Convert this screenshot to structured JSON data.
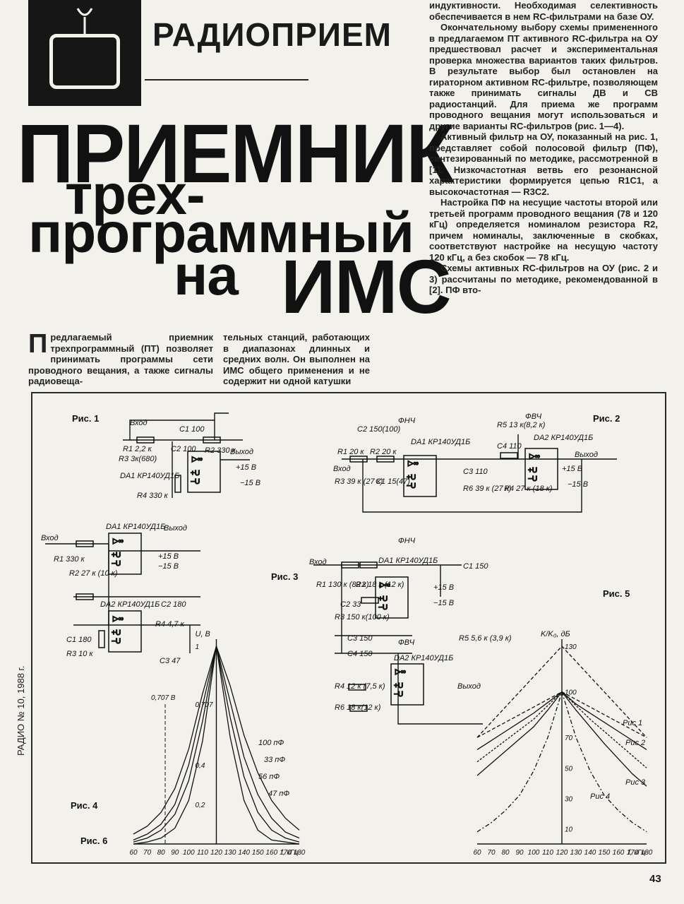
{
  "header": {
    "section": "РАДИОПРИЕМ"
  },
  "headline": {
    "l1": "ПРИЕМНИК",
    "l2": "трех-",
    "l3": "программный",
    "l4": "на",
    "l5": "ИМС"
  },
  "lead": {
    "drop": "П",
    "text": "редлагаемый приемник трехпрограммный (ПТ) позволяет принимать программы сети проводного вещания, а также сигналы радиовеща-"
  },
  "mid": {
    "text": "тельных станций, работающих в диапазонах длинных и средних волн. Он выполнен на ИМС общего применения и не содержит ни одной катушки"
  },
  "right": {
    "p1": "индуктивности. Необходимая селективность обеспечивается в нем RC-фильтрами на базе ОУ.",
    "p2": "Окончательному выбору схемы примененного в предлагаемом ПТ активного RC-фильтра на ОУ предшествовал расчет и экспериментальная проверка множества вариантов таких фильтров. В результате выбор был остановлен на гираторном активном RC-фильтре, позволяющем также принимать сигналы ДВ и СВ радиостанций. Для приема же программ проводного вещания могут использоваться и другие варианты RC-фильтров (рис. 1—4).",
    "p3": "Активный фильтр на ОУ, показанный на рис. 1, представляет собой полосовой фильтр (ПФ), синтезированный по методике, рассмотренной в [1]. Низкочастотная ветвь его резонансной характеристики формируется цепью R1C1, а высокочастотная — R3C2.",
    "p4": "Настройка ПФ на несущие частоты второй или третьей программ проводного вещания (78 и 120 кГц) определяется номиналом резистора R2, причем номиналы, заключенные в скобках, соответствуют настройке на несущую частоту 120 кГц, а без скобок — 78 кГц.",
    "p5": "Схемы активных RC-фильтров на ОУ (рис. 2 и 3) рассчитаны по методике, рекомендованной в [2]. ПФ вто-"
  },
  "figures": {
    "fig1": {
      "label": "Рис. 1",
      "input": "Вход",
      "output": "Выход",
      "parts": [
        "R1 2,2 к",
        "R3 3к(680)",
        "C2 100",
        "C1 100",
        "R2 330 к",
        "R4 330 к",
        "DA1 КР140УД1Б",
        "+15 В",
        "−15 В"
      ]
    },
    "fig2": {
      "label": "Рис. 2",
      "lpf": "ФНЧ",
      "hpf": "ФВЧ",
      "input": "Вход",
      "output": "Выход",
      "parts": [
        "C2 150(100)",
        "DA1 КР140УД1Б",
        "R1 20 к",
        "R2 20 к",
        "R3 39 к (27 к)",
        "C1 15(47)",
        "R5 13 к(8,2 к)",
        "C4 110",
        "DA2 КР140УД1Б",
        "C3 110",
        "R6 39 к (27 к)",
        "R4 27 к (18 к)",
        "+15 В",
        "−15 В"
      ]
    },
    "fig3": {
      "label": "Рис. 3",
      "lpf": "ФНЧ",
      "hpf": "ФВЧ",
      "input": "Вход",
      "output": "Выход",
      "parts": [
        "DA1 КР140УД1Б",
        "R1 130 к (82 к)",
        "R2 18 к (12 к)",
        "C1 150",
        "C2 33",
        "R3 150 к(100 к)",
        "C3 150",
        "C4 150",
        "DA2 КР140УД1Б",
        "R5 5,6 к (3,9 к)",
        "R4 12 к (7,5 к)",
        "R6 18 к(12 к)",
        "+15 В",
        "−15 В"
      ]
    },
    "fig4": {
      "label": "Рис. 4",
      "input": "Вход",
      "output": "Выход",
      "parts": [
        "DA1 КР140УД1Б",
        "R1 330 к",
        "R2 27 к (10 к)",
        "DA2 КР140УД1Б",
        "C2 180",
        "R4 4,7 к",
        "C1 180",
        "R3 10 к",
        "C3 47",
        "+15 В",
        "−15 В"
      ]
    },
    "fig5": {
      "label": "Рис. 5"
    },
    "fig6": {
      "label": "Рис. 6"
    }
  },
  "chart_data": [
    {
      "type": "line",
      "title": "",
      "xlabel": "f, кГц",
      "ylabel": "U, В",
      "x": [
        60,
        70,
        80,
        90,
        100,
        110,
        120,
        130,
        140,
        150,
        160,
        170,
        180
      ],
      "ylim": [
        0,
        1.0
      ],
      "xlim": [
        60,
        180
      ],
      "yticks": [
        0.2,
        0.4,
        0.707,
        1.0
      ],
      "annotations": [
        "0,707 В"
      ],
      "series": [
        {
          "name": "100 пФ",
          "values": [
            0.05,
            0.09,
            0.16,
            0.28,
            0.48,
            0.76,
            1.0,
            0.8,
            0.55,
            0.36,
            0.22,
            0.13,
            0.07
          ]
        },
        {
          "name": "33 пФ",
          "values": [
            0.02,
            0.05,
            0.1,
            0.2,
            0.4,
            0.7,
            1.0,
            0.72,
            0.44,
            0.25,
            0.13,
            0.06,
            0.03
          ]
        },
        {
          "name": "56 пФ",
          "values": [
            0.01,
            0.03,
            0.07,
            0.15,
            0.32,
            0.62,
            1.0,
            0.64,
            0.34,
            0.16,
            0.07,
            0.03,
            0.01
          ]
        },
        {
          "name": "47 пФ",
          "values": [
            0.0,
            0.01,
            0.03,
            0.08,
            0.22,
            0.52,
            1.0,
            0.54,
            0.22,
            0.07,
            0.02,
            0.01,
            0.0
          ]
        }
      ]
    },
    {
      "type": "line",
      "title": "",
      "xlabel": "f, кГц",
      "ylabel": "K/K₀, дБ",
      "x": [
        60,
        70,
        80,
        90,
        100,
        110,
        120,
        130,
        140,
        150,
        160,
        170,
        180
      ],
      "ylim": [
        0,
        130
      ],
      "xlim": [
        60,
        180
      ],
      "yticks": [
        10,
        30,
        50,
        70,
        100,
        130
      ],
      "series": [
        {
          "name": "",
          "values": [
            70,
            75,
            80,
            85,
            90,
            95,
            100,
            95,
            90,
            85,
            80,
            75,
            70
          ]
        },
        {
          "name": "Рис 1",
          "values": [
            62,
            68,
            74,
            80,
            86,
            93,
            100,
            92,
            86,
            80,
            74,
            68,
            62
          ]
        },
        {
          "name": "Рис 2",
          "values": [
            54,
            61,
            68,
            75,
            82,
            91,
            100,
            91,
            82,
            74,
            66,
            58,
            50
          ]
        },
        {
          "name": "Рис 3",
          "values": [
            45,
            53,
            61,
            69,
            77,
            88,
            100,
            88,
            77,
            66,
            56,
            46,
            38
          ]
        },
        {
          "name": "Рис 4",
          "values": [
            8,
            14,
            22,
            32,
            48,
            70,
            100,
            70,
            48,
            32,
            22,
            14,
            8
          ]
        },
        {
          "name": "",
          "values": [
            70,
            80,
            90,
            100,
            110,
            120,
            130,
            120,
            110,
            100,
            90,
            80,
            70
          ]
        }
      ]
    }
  ],
  "sidebar": "РАДИО № 10, 1988 г.",
  "page_number": "43"
}
